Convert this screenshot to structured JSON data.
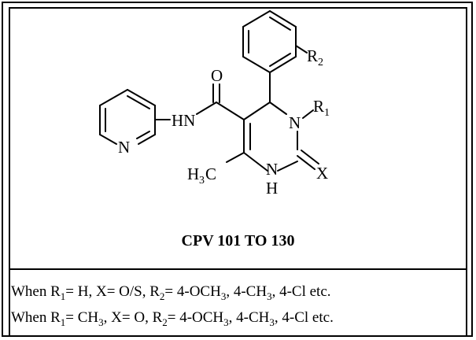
{
  "figure": {
    "caption": "CPV 101 TO 130",
    "atoms": {
      "pyridine_n": "N",
      "amide_nh": "HN",
      "carbonyl_o": "O",
      "ring_n1": "N",
      "r1": "R",
      "r1_sub": "1",
      "r2": "R",
      "r2_sub": "2",
      "ring_nh_n": "N",
      "ring_nh_h": "H",
      "x_atom": "X",
      "methyl_h": "H",
      "methyl_sub": "3",
      "methyl_c": "C"
    },
    "conditions": [
      {
        "prefix": "When R",
        "r1_sub": "1",
        "r1_val": "= H, X= O/S, R",
        "r2_sub": "2",
        "r2_val": "= 4-OCH",
        "och3_sub": "3",
        "mid": ", 4-CH",
        "ch3_sub": "3",
        "suffix": ", 4-Cl etc."
      },
      {
        "prefix": "When R",
        "r1_sub": "1",
        "r1_val": "= CH",
        "r1_ch3_sub": "3",
        "r1_tail": ", X= O, R",
        "r2_sub": "2",
        "r2_val": "= 4-OCH",
        "och3_sub": "3",
        "mid": ", 4-CH",
        "ch3_sub": "3",
        "suffix": ", 4-Cl etc."
      }
    ]
  }
}
